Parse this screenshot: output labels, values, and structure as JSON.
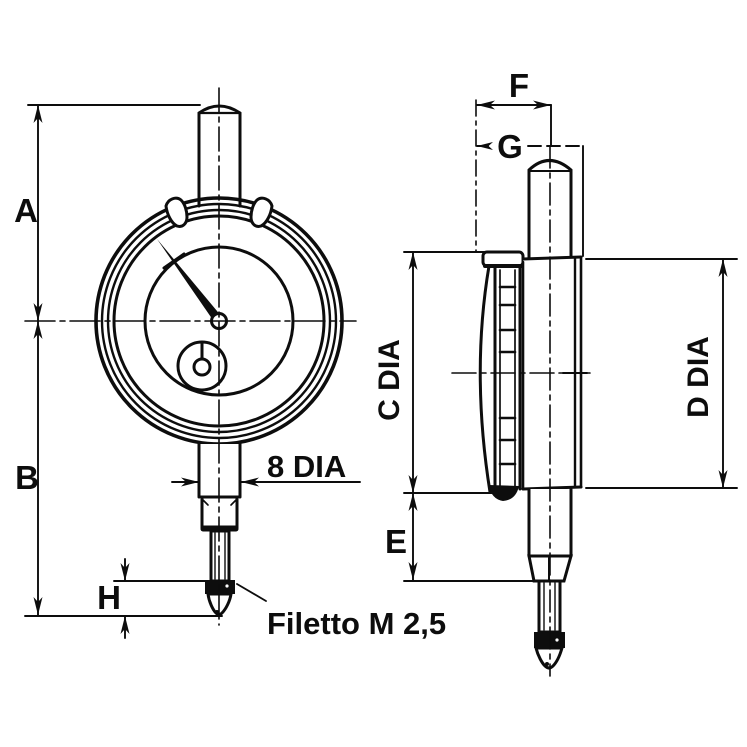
{
  "figure": {
    "kind": "technical-drawing",
    "subject": "dial indicator (comparatore) two-view dimensional drawing",
    "paper_color": "#ffffff",
    "ink_color": "#0d0d0d",
    "front_view": {
      "dim_a_label": "A",
      "dim_b_label": "B",
      "dim_h_label": "H",
      "stem_diameter_label": "8 DIA",
      "thread_note_label": "Filetto M 2,5"
    },
    "side_view": {
      "dim_f_label": "F",
      "dim_g_label": "G",
      "dim_c_label": "C DIA",
      "dim_d_label": "D DIA",
      "dim_e_label": "E"
    }
  }
}
